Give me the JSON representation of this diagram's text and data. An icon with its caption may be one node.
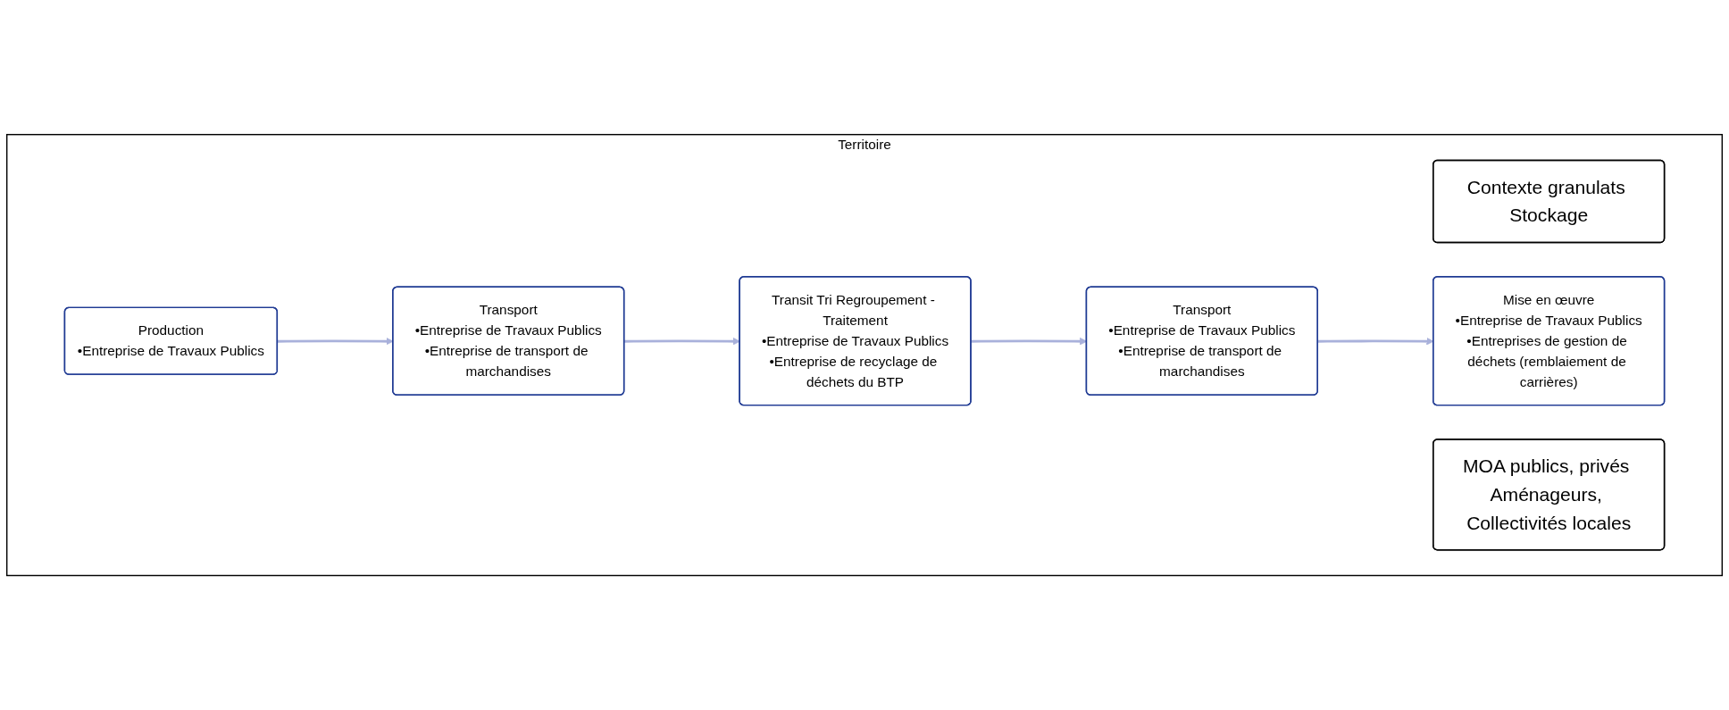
{
  "diagram": {
    "nodes": [
      {
        "text": [
          "Territoire"
        ]
      },
      {
        "text": [
          "Contexte granulats Stockage"
        ],
        "in": 0
      },
      {
        "text": [
          "MOA publics, privés Aménageurs, Collectivités locales"
        ],
        "in": 0
      },
      {
        "text": [
          "Production",
          "•Entreprise de Travaux Publics"
        ],
        "in": 0
      },
      {
        "text": [
          "Transport",
          "•Entreprise de Travaux Publics",
          "•Entreprise de transport de marchandises"
        ],
        "in": 0
      },
      {
        "text": [
          "Transit Tri Regroupement - Traitement",
          "•Entreprise de Travaux Publics",
          "•Entreprise de recyclage de déchets du BTP"
        ],
        "in": 0
      },
      {
        "text": [
          "Transport",
          "•Entreprise de Travaux Publics",
          "•Entreprise de transport de marchandises"
        ],
        "in": 0
      },
      {
        "text": [
          "Mise en œuvre",
          "•Entreprise de Travaux Publics",
          "•Entreprises de gestion de déchets (remblaiement de carrières)"
        ],
        "in": 0
      }
    ],
    "edges": [
      {
        "from": 3,
        "to": 4,
        "arrow": "to",
        "color": "#a9b1db"
      },
      {
        "from": 4,
        "to": 5,
        "arrow": "to",
        "color": "#a9b1db"
      },
      {
        "from": 5,
        "to": 6,
        "arrow": "to",
        "color": "#a9b1db"
      },
      {
        "from": 6,
        "to": 7,
        "arrow": "to",
        "color": "#a9b1db"
      }
    ]
  }
}
